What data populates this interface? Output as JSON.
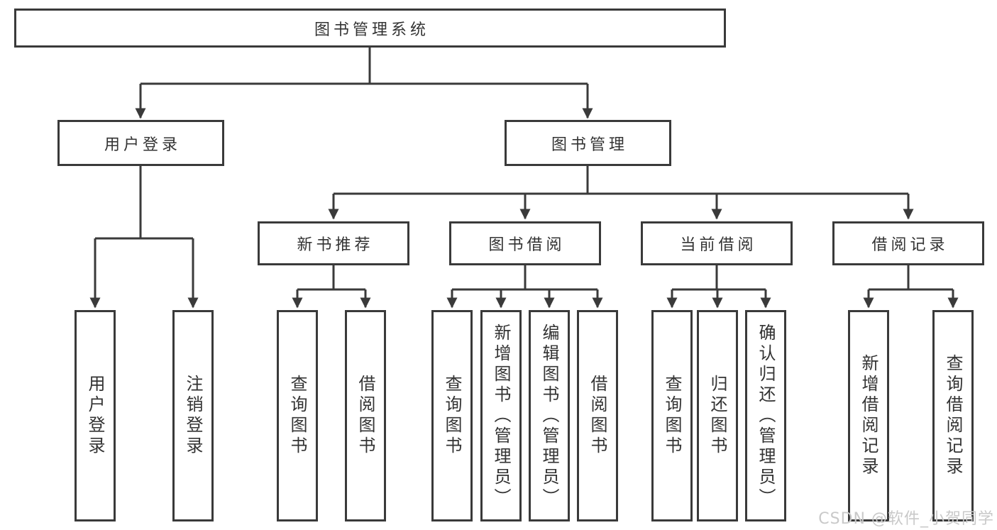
{
  "tree": {
    "root": {
      "label": "图书管理系统",
      "children": [
        {
          "label": "用户登录",
          "children": [
            {
              "label": "用户登录"
            },
            {
              "label": "注销登录"
            }
          ]
        },
        {
          "label": "图书管理",
          "children": [
            {
              "label": "新书推荐",
              "children": [
                {
                  "label": "查询图书"
                },
                {
                  "label": "借阅图书"
                }
              ]
            },
            {
              "label": "图书借阅",
              "children": [
                {
                  "label": "查询图书"
                },
                {
                  "label": "新增图书（管理员）"
                },
                {
                  "label": "编辑图书（管理员）"
                },
                {
                  "label": "借阅图书"
                }
              ]
            },
            {
              "label": "当前借阅",
              "children": [
                {
                  "label": "查询图书"
                },
                {
                  "label": "归还图书"
                },
                {
                  "label": "确认归还（管理员）"
                }
              ]
            },
            {
              "label": "借阅记录",
              "children": [
                {
                  "label": "新增借阅记录"
                },
                {
                  "label": "查询借阅记录"
                }
              ]
            }
          ]
        }
      ]
    }
  },
  "watermark": {
    "text": "CSDN @软件_小贺同学"
  },
  "colors": {
    "line": "#3a3a3a",
    "box_border": "#3a3a3a",
    "box_fill": "#ffffff",
    "text": "#333333",
    "background": "#ffffff",
    "watermark": "#c9c9c9"
  }
}
